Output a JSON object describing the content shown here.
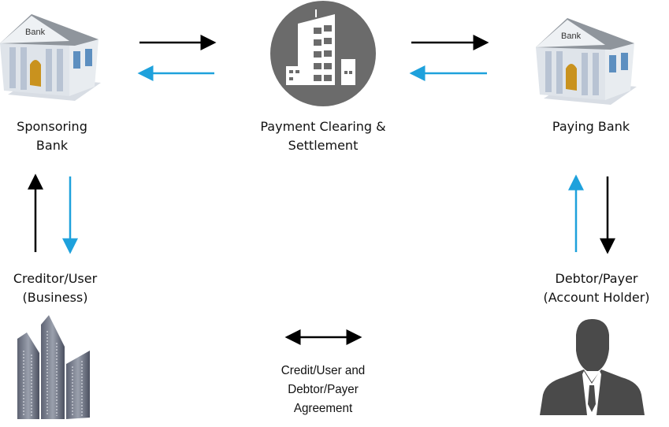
{
  "nodes": {
    "sponsoring_bank": {
      "line1": "Sponsoring",
      "line2": "Bank",
      "icon": "bank-icon",
      "sign": "Bank"
    },
    "clearing": {
      "line1": "Payment Clearing &",
      "line2": "Settlement",
      "icon": "office-building-icon"
    },
    "paying_bank": {
      "line1": "Paying Bank",
      "icon": "bank-icon",
      "sign": "Bank"
    },
    "creditor": {
      "line1": "Creditor/User",
      "line2": "(Business)",
      "icon": "skyscrapers-icon"
    },
    "debtor": {
      "line1": "Debtor/Payer",
      "line2": "(Account Holder)",
      "icon": "businessman-silhouette-icon"
    },
    "agreement": {
      "line1": "Credit/User and",
      "line2": "Debtor/Payer",
      "line3": "Agreement"
    }
  },
  "colors": {
    "forward_arrow": "#000000",
    "return_arrow": "#1ea1dc",
    "icon_gray": "#6b6b6b"
  }
}
